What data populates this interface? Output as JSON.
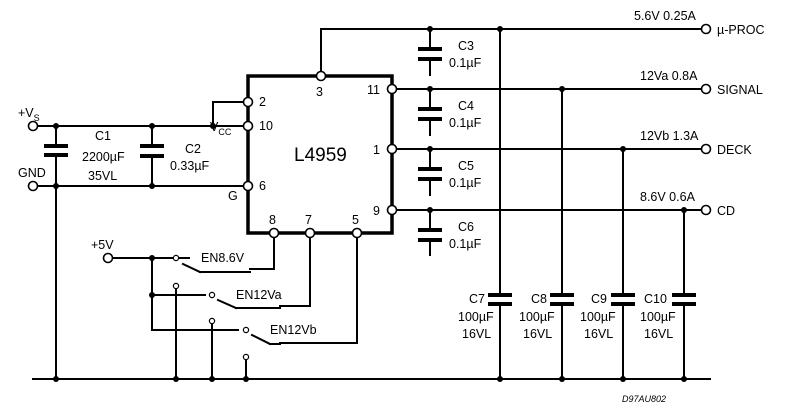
{
  "chip": {
    "name": "L4959"
  },
  "supply": {
    "vs": "+V",
    "vs_sub": "S",
    "gnd": "GND",
    "v5": "+5V",
    "vcc": "V",
    "vcc_sub": "CC",
    "g": "G"
  },
  "pins": {
    "p2": "2",
    "p10": "10",
    "p6": "6",
    "p3": "3",
    "p11": "11",
    "p1": "1",
    "p9": "9",
    "p8": "8",
    "p7": "7",
    "p5": "5"
  },
  "capacitors": [
    {
      "id": "C1",
      "value": "2200µF",
      "rating": "35VL"
    },
    {
      "id": "C2",
      "value": "0.33µF",
      "rating": ""
    },
    {
      "id": "C3",
      "value": "0.1µF",
      "rating": ""
    },
    {
      "id": "C4",
      "value": "0.1µF",
      "rating": ""
    },
    {
      "id": "C5",
      "value": "0.1µF",
      "rating": ""
    },
    {
      "id": "C6",
      "value": "0.1µF",
      "rating": ""
    },
    {
      "id": "C7",
      "value": "100µF",
      "rating": "16VL"
    },
    {
      "id": "C8",
      "value": "100µF",
      "rating": "16VL"
    },
    {
      "id": "C9",
      "value": "100µF",
      "rating": "16VL"
    },
    {
      "id": "C10",
      "value": "100µF",
      "rating": "16VL"
    }
  ],
  "outputs": [
    {
      "spec": "5.6V 0.25A",
      "name": "µ-PROC"
    },
    {
      "spec": "12Va 0.8A",
      "name": "SIGNAL"
    },
    {
      "spec": "12Vb 1.3A",
      "name": "DECK"
    },
    {
      "spec": "8.6V 0.6A",
      "name": "CD"
    }
  ],
  "switches": [
    {
      "label": "EN8.6V"
    },
    {
      "label": "EN12Va"
    },
    {
      "label": "EN12Vb"
    }
  ],
  "reference": "D97AU802"
}
